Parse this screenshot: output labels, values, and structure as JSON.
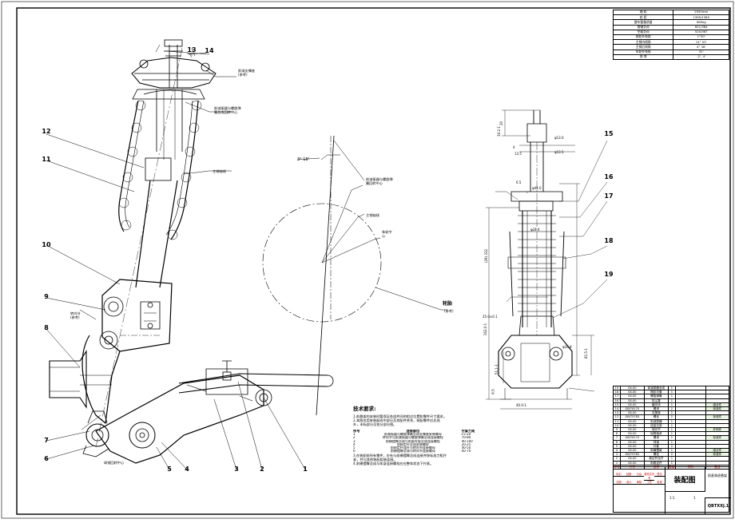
{
  "balloons": [
    "1",
    "2",
    "3",
    "4",
    "5",
    "6",
    "7",
    "8",
    "9",
    "10",
    "11",
    "12",
    "13",
    "14",
    "15",
    "16",
    "17",
    "18",
    "19"
  ],
  "notes_left": {
    "upper_bearing_ref": "前减支撑座\n(参考)",
    "upper_bearing_center": "前减振器与螺旋弹\n簧总成回转中心",
    "strut_axis": "主销轴线",
    "knuckle_ref": "转向节\n(参考)",
    "ball_joint_center": "球销回转中心"
  },
  "notes_center": {
    "angle": "3° 18'",
    "rotation_center": "前减振器与螺旋弹\n簧回转中心",
    "kingpin_axis": "主销轴线",
    "wheel_center": "车轮中\n心",
    "tire": "轮胎",
    "tire_ref": "(参考)"
  },
  "tech_requirements": {
    "title": "技术要求:",
    "items": [
      "1.前悬架的安装时要保证各组件间的相对位置和零件尺寸要求。",
      "2.本图仅用来装配成中部分及其配件关系，装配零件应总成",
      "外，未标部分见各分部分图。"
    ],
    "table_headers": [
      "序号",
      "连接部位",
      "拧紧力矩"
    ],
    "table_rows": [
      [
        "1",
        "前减振器与螺旋弹簧总成支撑座安装螺母",
        "15-20"
      ],
      [
        "2",
        "转向节与前减振器与螺旋弹簧总成连接螺栓",
        "70-80"
      ],
      [
        "3",
        "前横摆臂总成与前副车架总成连接螺栓",
        "90-100"
      ],
      [
        "4",
        "前稳定杆总成安装螺栓",
        "20-25"
      ],
      [
        "5",
        "前稳定杆连杆与转向节连接螺母",
        "40-50"
      ],
      [
        "6",
        "前横摆臂总成与转向节连接螺母",
        "60-70"
      ]
    ],
    "footer": [
      "3.在装配前所有零件，应先与前横摆臂总成连接并按标准力矩拧",
      "紧，并与其他装配组装连接。",
      "4.前横摆臂总成与车身连接螺栓应在整车状态下拧紧。"
    ]
  },
  "dims_right": [
    "20",
    "4",
    "13.5",
    "30.2-1",
    "φ13.0",
    "φ13.5",
    "6.5",
    "φ44.0",
    "φ24.4",
    "(29) 332",
    "162.0-1",
    "51.1-1",
    "81.5-1",
    "40.0-1",
    "6.5",
    "25.0±0.1",
    "φ16.8"
  ],
  "spec_table": {
    "rows": [
      [
        "轴  距",
        "2550mm"
      ],
      [
        "轮  距",
        "1395/1385"
      ],
      [
        "整车整备质量",
        "985kg"
      ],
      [
        "前轴负荷",
        "621/364"
      ],
      [
        "空载负荷",
        "520/367"
      ],
      [
        "前轮外倾角",
        "1°30'"
      ],
      [
        "主销内倾角",
        "11° 53'"
      ],
      [
        "主销后倾角",
        "4° 38'"
      ],
      [
        "车轮外倾角",
        "32'"
      ],
      [
        "前  束",
        "-2'- 4'"
      ]
    ]
  },
  "parts_list": [
    [
      "19",
      "SX-00",
      "前减振器总成",
      "1",
      "",
      ""
    ],
    [
      "18",
      "SX-00",
      "橡胶衬套",
      "1",
      "",
      ""
    ],
    [
      "17",
      "SX-00",
      "螺旋弹簧",
      "1",
      "",
      ""
    ],
    [
      "16",
      "SX-00",
      "防尘罩",
      "1",
      "",
      ""
    ],
    [
      "15",
      "SX-00",
      "缓冲块",
      "1",
      "",
      "组合件"
    ],
    [
      "14",
      "GB/T6170",
      "螺母",
      "2",
      "",
      "标准件"
    ],
    [
      "13",
      "SX-00",
      "支撑座",
      "1",
      "",
      ""
    ],
    [
      "12",
      "GB/T5783",
      "螺栓",
      "2",
      "",
      "标准件"
    ],
    [
      "11",
      "SX-00",
      "前减振器",
      "1",
      "",
      ""
    ],
    [
      "10",
      "SX-00",
      "连接支架",
      "1",
      "",
      ""
    ],
    [
      "9",
      "SX-00",
      "转向节",
      "1",
      "",
      "外购件"
    ],
    [
      "8",
      "SX-00",
      "轮毂轴承",
      "1",
      "",
      ""
    ],
    [
      "7",
      "GB/T6170",
      "螺母",
      "1",
      "",
      "标准件"
    ],
    [
      "6",
      "SX-00",
      "球销",
      "1",
      "",
      ""
    ],
    [
      "5",
      "SX-00",
      "衬套",
      "2",
      "",
      ""
    ],
    [
      "4",
      "SX-00",
      "前横摆臂",
      "1",
      "",
      "组合件"
    ],
    [
      "3",
      "GB/T5782",
      "螺栓",
      "2",
      "",
      "标准件"
    ],
    [
      "2",
      "SX-00",
      "稳定杆连杆",
      "1",
      "",
      ""
    ],
    [
      "1",
      "SX-00",
      "前稳定杆",
      "1",
      "",
      ""
    ]
  ],
  "parts_header": [
    "序号",
    "代号",
    "名称",
    "数量",
    "材料",
    "备注"
  ],
  "title_block": {
    "drawing_name": "装配图",
    "part_name": "前麦弗逊悬架",
    "drawing_no": "QBTXXJ.1",
    "scale": "1:1",
    "sheet": "1",
    "small_labels": [
      "标记",
      "处数",
      "分区",
      "更改文件号",
      "签名",
      "日期",
      "设计",
      "审核",
      "工艺",
      "批准"
    ]
  }
}
